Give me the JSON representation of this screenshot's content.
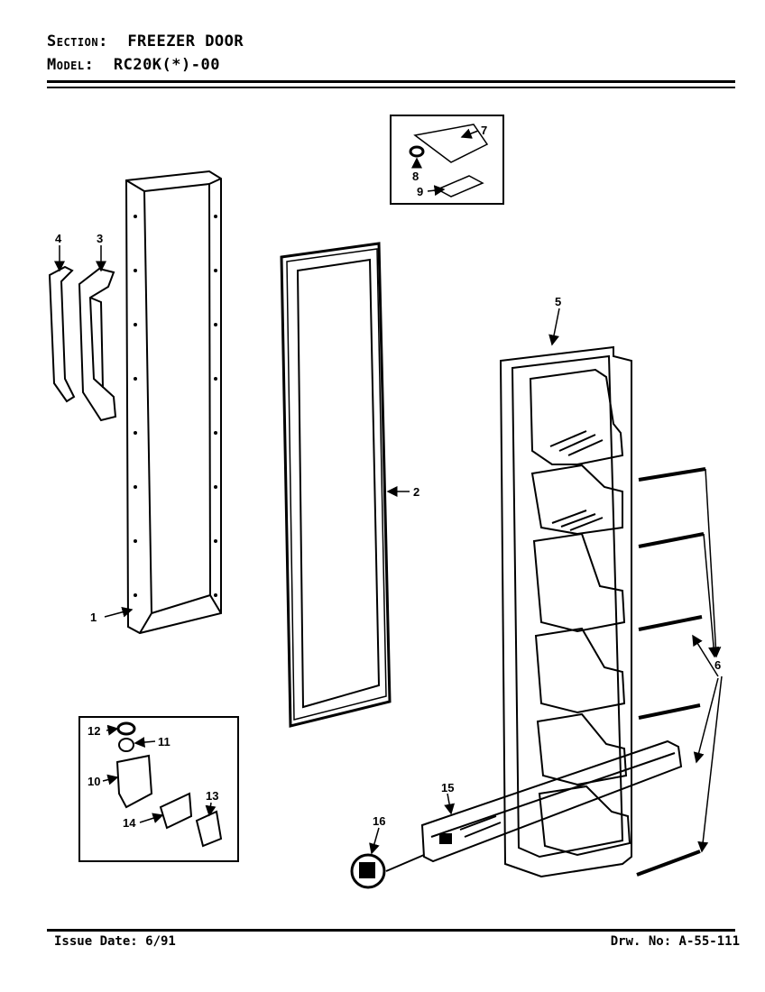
{
  "header": {
    "section_key": "Section:",
    "section_value": "FREEZER DOOR",
    "model_key": "Model:",
    "model_value": "RC20K(*)-00"
  },
  "footer": {
    "issue_date": "Issue Date: 6/91",
    "drawing_no": "Drw. No: A-55-111"
  },
  "callouts": {
    "c1": "1",
    "c2": "2",
    "c3": "3",
    "c4": "4",
    "c5": "5",
    "c6": "6",
    "c7": "7",
    "c8": "8",
    "c9": "9",
    "c10": "10",
    "c11": "11",
    "c12": "12",
    "c13": "13",
    "c14": "14",
    "c15": "15",
    "c16": "16"
  }
}
